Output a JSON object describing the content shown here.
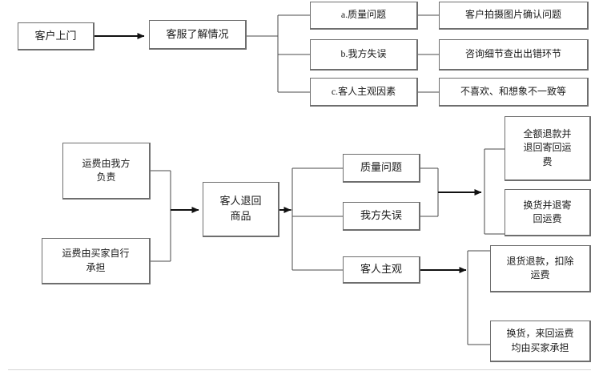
{
  "diagram": {
    "type": "flowchart",
    "title_present": false,
    "orientation": "left-to-right",
    "colors": {
      "box_border": "#6e6e6e",
      "connector": "#4a4a4a",
      "arrow": "#111111",
      "text": "#1a1a1a",
      "background": "#ffffff",
      "bottom_rule": "#d5d5d5"
    },
    "sections": [
      {
        "id": "top-flow",
        "name": "customer-inquiry-classification",
        "nodes": [
          {
            "id": "n1",
            "label": "客户上门"
          },
          {
            "id": "n2",
            "label": "客服了解情况"
          },
          {
            "id": "n3",
            "label": "a.质量问题"
          },
          {
            "id": "n4",
            "label": "b.我方失误"
          },
          {
            "id": "n5",
            "label": "c.客人主观因素"
          },
          {
            "id": "n6",
            "label": "客户拍摄图片确认问题"
          },
          {
            "id": "n7",
            "label": "咨询细节查出出错环节"
          },
          {
            "id": "n8",
            "label": "不喜欢、和想象不一致等"
          }
        ],
        "edges": [
          {
            "from": "n1",
            "to": "n2",
            "arrow": true
          },
          {
            "from": "n2",
            "to": "n3",
            "arrow": false
          },
          {
            "from": "n2",
            "to": "n4",
            "arrow": false
          },
          {
            "from": "n2",
            "to": "n5",
            "arrow": false
          },
          {
            "from": "n3",
            "to": "n6",
            "arrow": false
          },
          {
            "from": "n4",
            "to": "n7",
            "arrow": false
          },
          {
            "from": "n5",
            "to": "n8",
            "arrow": false
          }
        ]
      },
      {
        "id": "bottom-flow",
        "name": "return-shipping-resolution",
        "nodes": [
          {
            "id": "m1",
            "label": "运费由我方\n负责"
          },
          {
            "id": "m2",
            "label": "运费由买家自行\n承担"
          },
          {
            "id": "m3",
            "label": "客人退回\n商品"
          },
          {
            "id": "m4",
            "label": "质量问题"
          },
          {
            "id": "m5",
            "label": "我方失误"
          },
          {
            "id": "m6",
            "label": "客人主观"
          },
          {
            "id": "m7",
            "label": "全额退款并\n退回寄回运\n费"
          },
          {
            "id": "m8",
            "label": "换货并退寄\n回运费"
          },
          {
            "id": "m9",
            "label": "退货退款，扣除\n运费"
          },
          {
            "id": "m10",
            "label": "换货，来回运费\n均由买家承担"
          }
        ],
        "edges": [
          {
            "from": "m1",
            "to": "m3",
            "arrow": true
          },
          {
            "from": "m2",
            "to": "m3",
            "arrow": true
          },
          {
            "from": "m3",
            "to": "m4",
            "arrow": true
          },
          {
            "from": "m3",
            "to": "m5",
            "arrow": true
          },
          {
            "from": "m3",
            "to": "m6",
            "arrow": true
          },
          {
            "from": "m4",
            "to": "m7",
            "arrow": true
          },
          {
            "from": "m4",
            "to": "m8",
            "arrow": true
          },
          {
            "from": "m5",
            "to": "m7",
            "arrow": true
          },
          {
            "from": "m5",
            "to": "m8",
            "arrow": true
          },
          {
            "from": "m6",
            "to": "m9",
            "arrow": true
          },
          {
            "from": "m6",
            "to": "m10",
            "arrow": true
          }
        ]
      }
    ]
  }
}
